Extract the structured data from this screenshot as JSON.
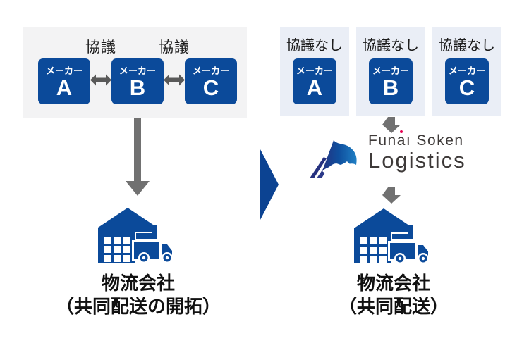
{
  "left": {
    "negotiation_labels": [
      "協議",
      "協議"
    ],
    "makers": [
      {
        "label": "メーカー",
        "letter": "A"
      },
      {
        "label": "メーカー",
        "letter": "B"
      },
      {
        "label": "メーカー",
        "letter": "C"
      }
    ],
    "company": {
      "line1": "物流会社",
      "line2": "（共同配送の開拓）"
    }
  },
  "right": {
    "makers": [
      {
        "tag": "協議なし",
        "label": "メーカー",
        "letter": "A"
      },
      {
        "tag": "協議なし",
        "label": "メーカー",
        "letter": "B"
      },
      {
        "tag": "協議なし",
        "label": "メーカー",
        "letter": "C"
      }
    ],
    "logo": {
      "top_1": "Fun",
      "top_2": "a",
      "top_3": "ı Soken",
      "bottom": "Logistics"
    },
    "company": {
      "line1": "物流会社",
      "line2": "（共同配送）"
    }
  },
  "colors": {
    "brand_blue": "#0b4a9a",
    "panel_gray": "#f3f3f4",
    "panel_blue_gray": "#eaeef6",
    "arrow_gray": "#717171",
    "double_arrow_gray": "#595959",
    "logo_text": "#3e3a39",
    "logo_red_dot": "#e4004f"
  }
}
